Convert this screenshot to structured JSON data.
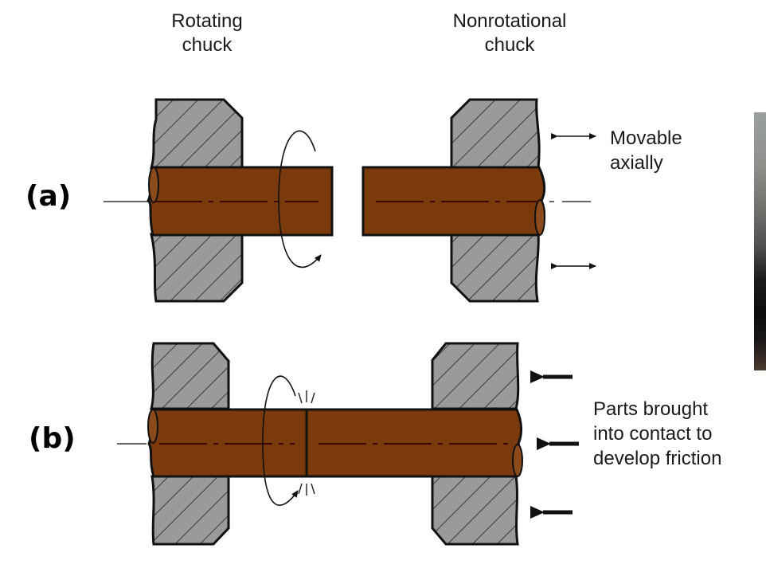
{
  "labels": {
    "rotating_chuck": [
      "Rotating",
      "chuck"
    ],
    "nonrotational_chuck": [
      "Nonrotational",
      "chuck"
    ],
    "movable_axially": [
      "Movable",
      "axially"
    ],
    "parts_contact": [
      "Parts brought",
      "into contact to",
      "develop friction"
    ],
    "panel_a": "(a)",
    "panel_b": "(b)"
  },
  "colors": {
    "workpiece": "#7a3a0c",
    "chuck_fill": "#9a9a9a",
    "outline": "#111111",
    "centerline": "#3a0a00"
  },
  "icons": {
    "rotation_arrow": "rotation-arrow-icon",
    "double_arrow": "double-headed-arrow-icon",
    "force_arrow": "left-force-arrow-icon",
    "spark": "friction-spark-icon"
  }
}
